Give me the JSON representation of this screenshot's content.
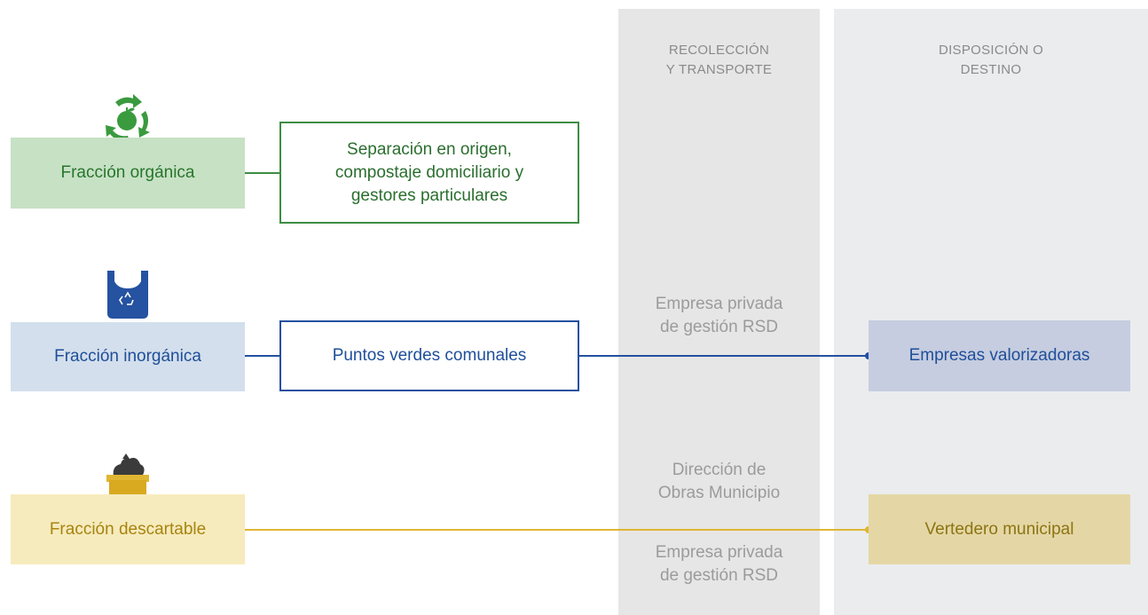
{
  "columns": {
    "recoleccion": {
      "header_line1": "RECOLECCIÓN",
      "header_line2": "Y TRANSPORTE",
      "entries": [
        {
          "line1": "Empresa privada",
          "line2": "de gestión RSD"
        },
        {
          "line1": "Dirección de",
          "line2": "Obras Municipio"
        },
        {
          "line1": "Empresa privada",
          "line2": "de gestión RSD"
        }
      ]
    },
    "disposicion": {
      "header_line1": "DISPOSICIÓN O",
      "header_line2": "DESTINO"
    }
  },
  "fractions": {
    "organica": {
      "label": "Fracción orgánica",
      "icon": "recycle-apple-icon",
      "color": "#c7e1c5",
      "handling": {
        "line1": "Separación en origen,",
        "line2": "compostaje domiciliario y",
        "line3": "gestores particulares"
      }
    },
    "inorganica": {
      "label": "Fracción inorgánica",
      "icon": "recycle-bag-icon",
      "color": "#d3dfec",
      "handling": "Puntos verdes comunales",
      "destination": "Empresas valorizadoras"
    },
    "descartable": {
      "label": "Fracción descartable",
      "icon": "trash-bin-icon",
      "color": "#f6ebbd",
      "destination": "Vertedero municipal"
    }
  },
  "colors": {
    "green": "#3d8d44",
    "blue": "#2450a0",
    "yellow": "#e0b632",
    "column_gray": "#e6e6e6"
  }
}
